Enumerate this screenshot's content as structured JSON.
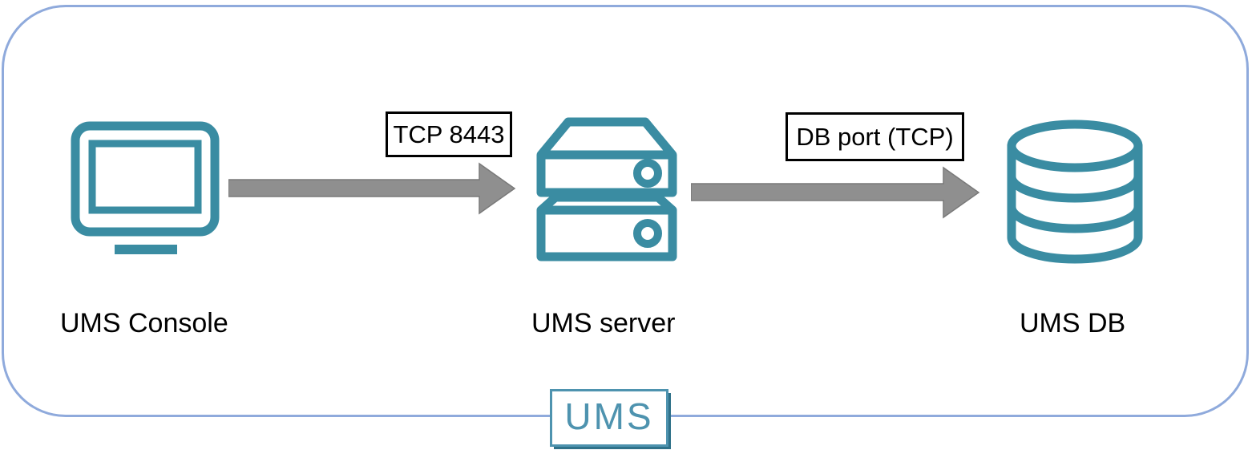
{
  "diagram": {
    "logo_text": "UMS",
    "nodes": [
      {
        "id": "console",
        "label": "UMS Console",
        "icon": "monitor-icon"
      },
      {
        "id": "server",
        "label": "UMS server",
        "icon": "server-stack-icon"
      },
      {
        "id": "db",
        "label": "UMS DB",
        "icon": "database-icon"
      }
    ],
    "connections": [
      {
        "from": "console",
        "to": "server",
        "label": "TCP 8443"
      },
      {
        "from": "server",
        "to": "db",
        "label": "DB port (TCP)"
      }
    ],
    "colors": {
      "icon_teal": "#3A8CA2",
      "logo_teal": "#4E93AF",
      "logo_shadow": "#2F7189",
      "frame_blue": "#8FAADC",
      "arrow_gray": "#8F8F8F",
      "arrow_edge": "#7A7A7A",
      "label_border": "#000000",
      "text": "#000000"
    }
  }
}
